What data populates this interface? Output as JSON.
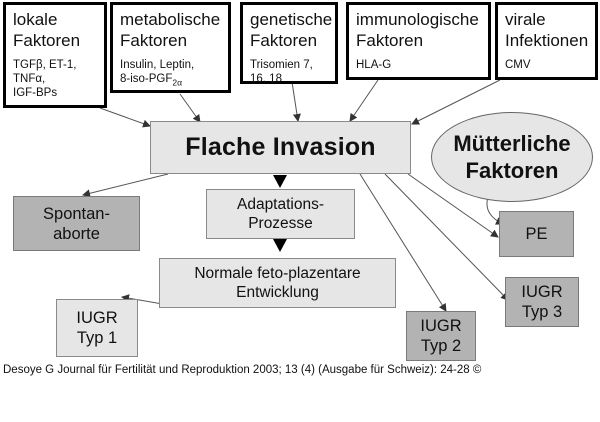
{
  "factors": {
    "lokale": {
      "title": "lokale\nFaktoren",
      "details": "TGFβ, ET-1,\nTNFα,\nIGF-BPs"
    },
    "metabolische": {
      "title": "metabolische\nFaktoren",
      "details": "Insulin, Leptin,",
      "detail_prefix": "8-iso-PGF",
      "detail_subscript": "2α"
    },
    "genetische": {
      "title": "genetische\nFaktoren",
      "details": "Trisomien 7,\n16, 18"
    },
    "immunologische": {
      "title": "immunologische\nFaktoren",
      "details": "HLA-G"
    },
    "virale": {
      "title": "virale\nInfektionen",
      "details": "CMV"
    }
  },
  "center": {
    "title": "Flache Invasion"
  },
  "maternal": {
    "line1": "Mütterliche",
    "line2": "Faktoren"
  },
  "adaptation": {
    "line1": "Adaptations-",
    "line2": "Prozesse"
  },
  "development": {
    "line1": "Normale feto-plazentare",
    "line2": "Entwicklung"
  },
  "outcomes": {
    "spontan": {
      "line1": "Spontan-",
      "line2": "aborte"
    },
    "pe": {
      "label": "PE"
    },
    "iugr1": {
      "line1": "IUGR",
      "line2": "Typ 1"
    },
    "iugr2": {
      "line1": "IUGR",
      "line2": "Typ 2"
    },
    "iugr3": {
      "line1": "IUGR",
      "line2": "Typ 3"
    }
  },
  "caption": "Desoye G Journal für Fertilität und Reproduktion 2003; 13 (4) (Ausgabe für Schweiz): 24-28 ©",
  "colors": {
    "light_box": "#e6e6e6",
    "dark_box": "#b3b3b3",
    "border": "#000000"
  }
}
